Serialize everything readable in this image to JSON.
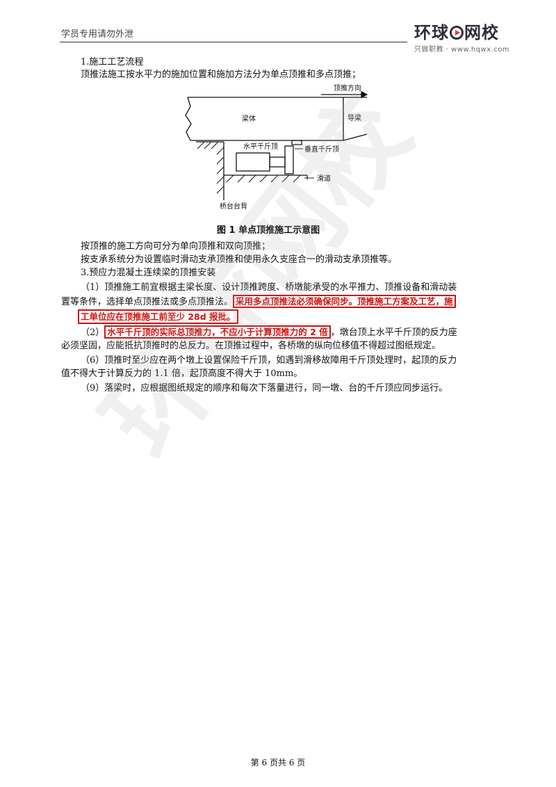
{
  "header": {
    "left_text": "学员专用请勿外泄",
    "logo_main_left": "环球",
    "logo_main_right": "网校",
    "logo_sub": "只做职教 · www.hqwx.com"
  },
  "content": {
    "p1": "1.施工工艺流程",
    "p2": "顶推法施工按水平力的施加位置和施加方法分为单点顶推和多点顶推；",
    "figure": {
      "label_direction": "顶推方向",
      "label_beam": "梁体",
      "label_guide": "导梁",
      "label_hjack": "水平千斤顶",
      "label_vjack": "垂直千斤顶",
      "label_slide": "滑道",
      "label_abutment": "桥台台背",
      "caption": "图 1    单点顶推施工示意图"
    },
    "p3": "按顶推的施工方向可分为单向顶推和双向顶推；",
    "p4": "按支承系统分为设置临时滑动支承顶推和使用永久支座合一的滑动支承顶推等。",
    "p5": "3.预应力混凝土连续梁的顶推安装",
    "p6a": "（1）顶推施工前宜根据主梁长度、设计顶推跨度、桥墩能承受的水平推力、顶推设备和滑动装",
    "p6b": "置等条件，选择单点顶推法或多点顶推法。",
    "p6_hl1": "采用多点顶推法必须确保同步。顶推施工方案及工艺，施",
    "p6_hl2": "工单位应在顶推施工前至少 28d 报批。",
    "p7_prefix": "（2）",
    "p7_hl": "水平千斤顶的实际总顶推力，不应小于计算顶推力的 2 倍",
    "p7_suffix": "，墩台顶上水平千斤顶的反力座",
    "p7b": "必须坚固，应能抵抗顶推时的总反力。在顶推过程中，各桥墩的纵向位移值不得超过图纸规定。",
    "p8a": "（6）顶推时至少应在两个墩上设置保险千斤顶，如遇到滑移故障用千斤顶处理时，起顶的反力",
    "p8b": "值不得大于计算反力的 1.1 倍，起顶高度不得大于 10mm。",
    "p9": "（9）落梁时，应根据图纸规定的顺序和每次下落量进行，同一墩、台的千斤顶应同步运行。"
  },
  "watermark": "环球网校",
  "footer": "第 6 页共 6 页"
}
